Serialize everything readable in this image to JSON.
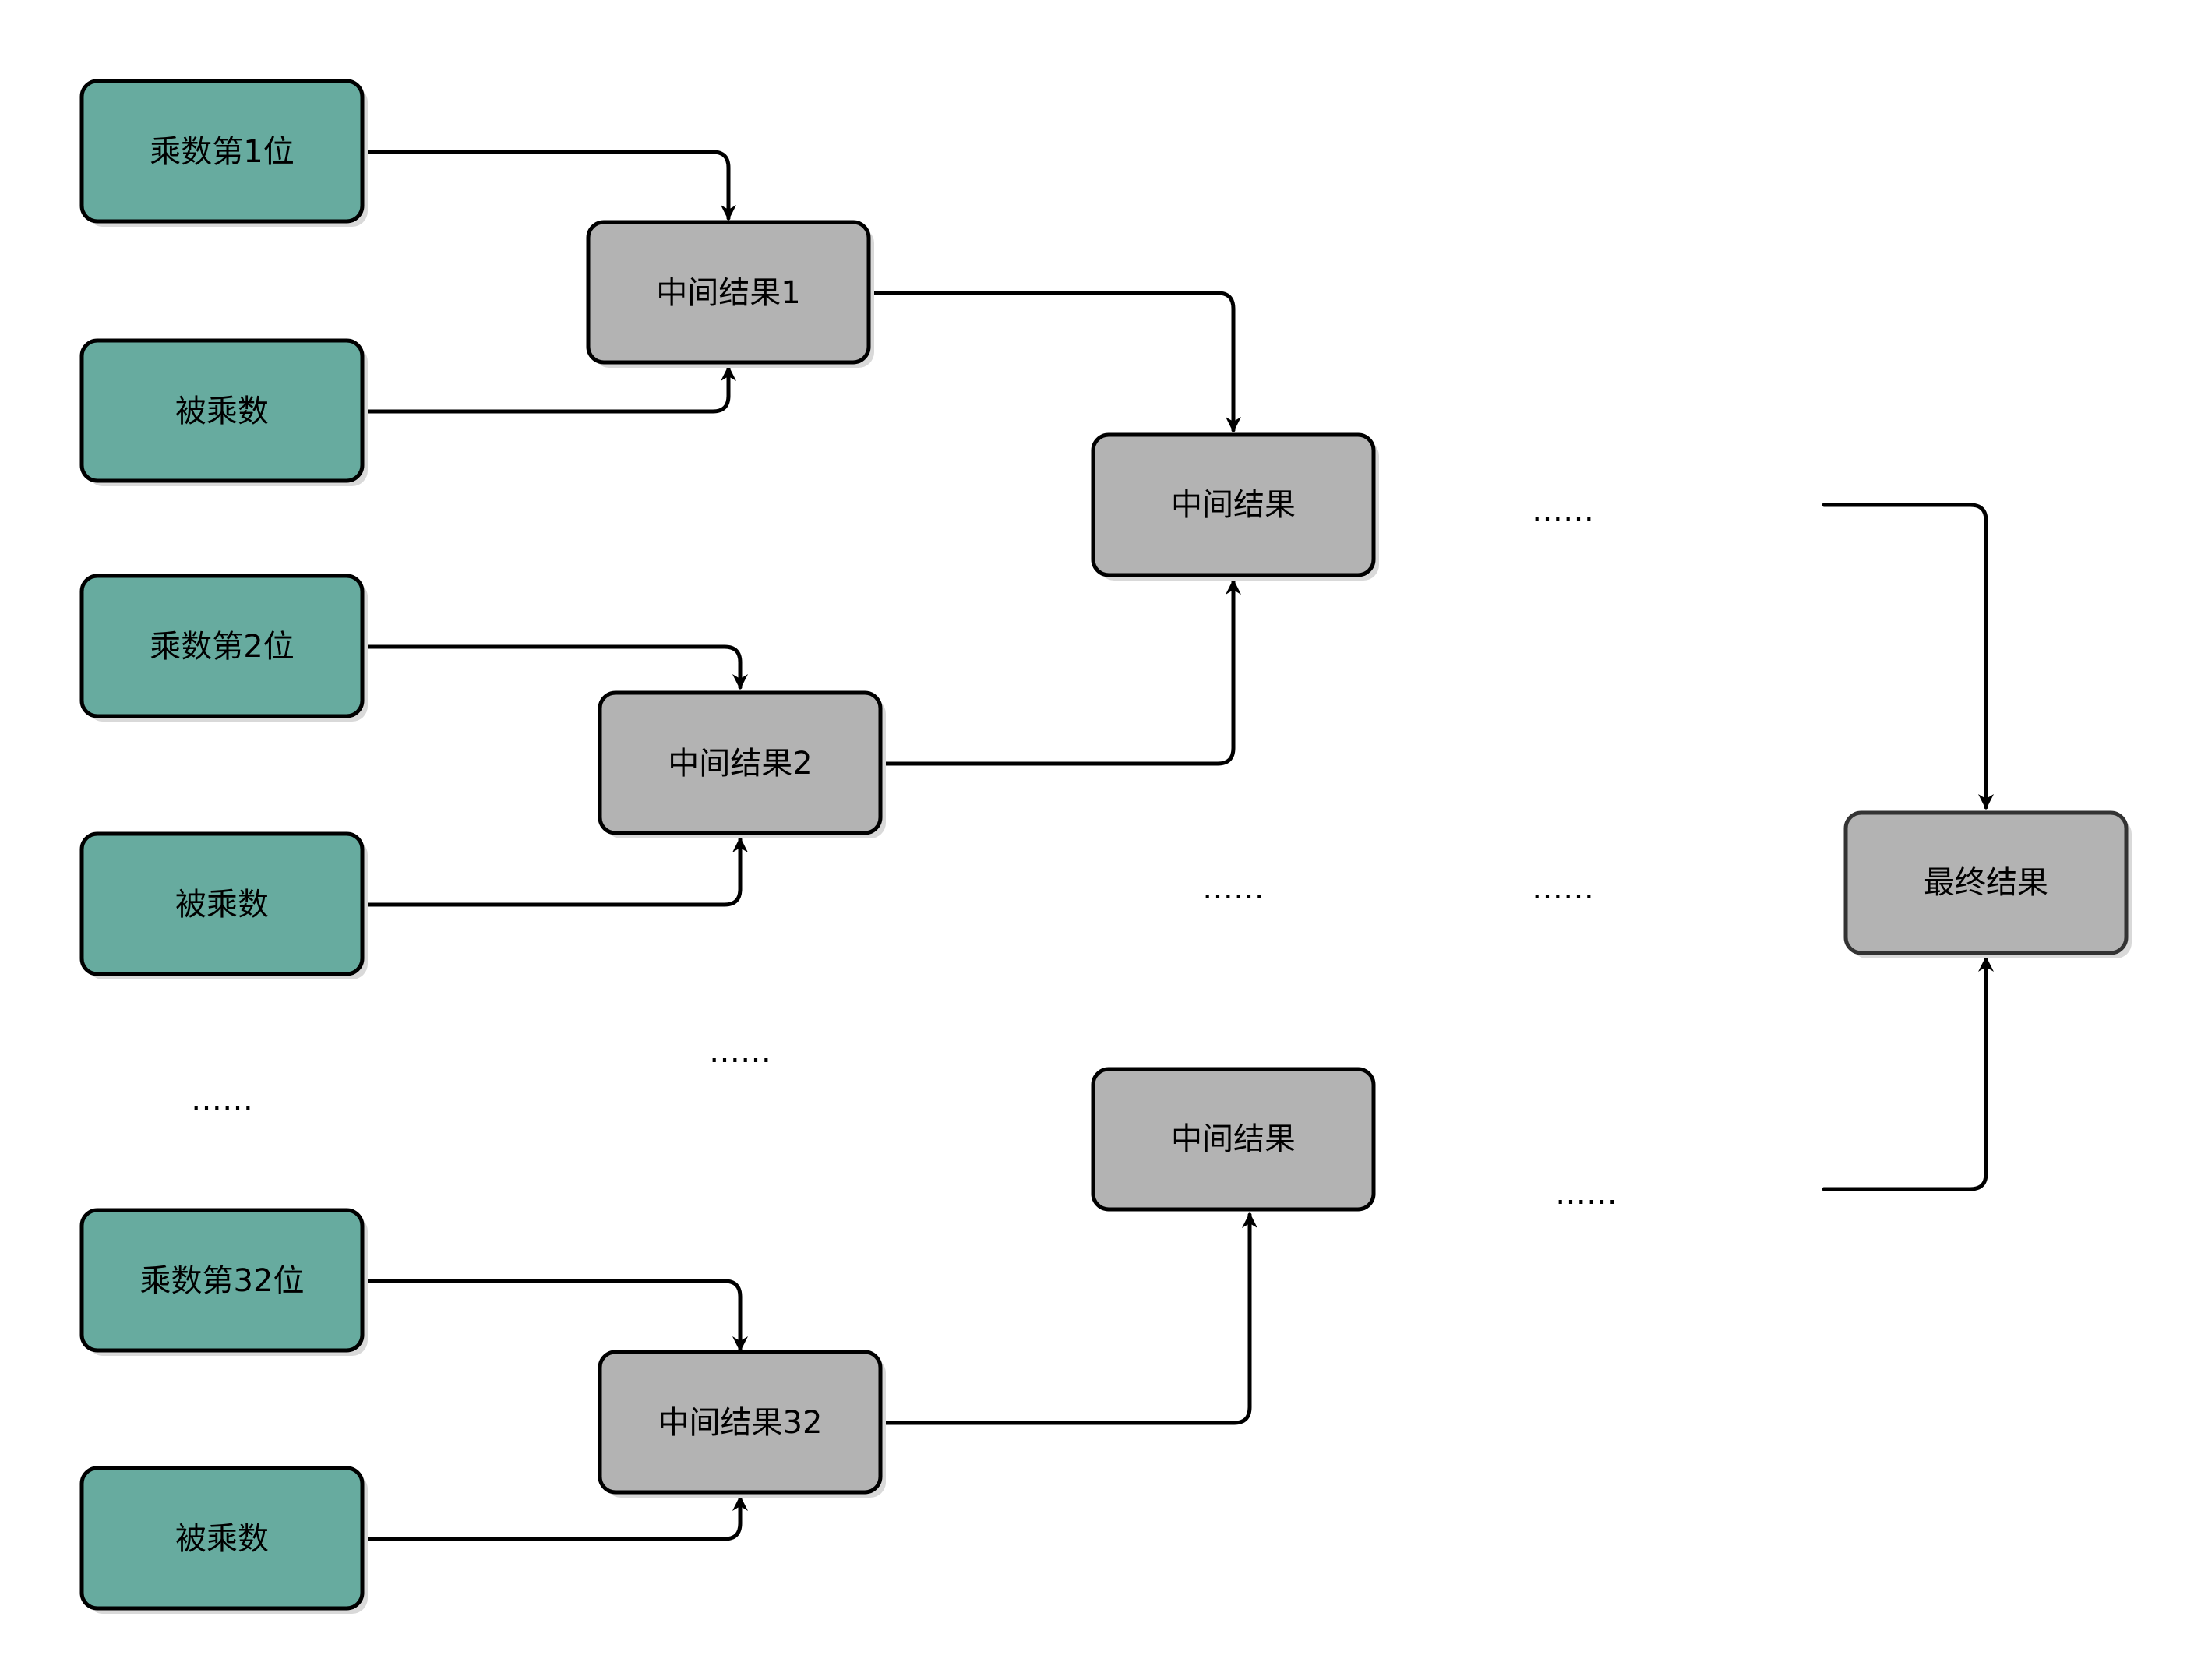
{
  "colors": {
    "input_fill": "#67ab9f",
    "intermediate_fill": "#b3b3b3",
    "final_fill": "#b3b3b3",
    "stroke": "#000000",
    "final_stroke": "#333333",
    "shadow": "#d9d9d9",
    "background": "#ffffff"
  },
  "inputs": {
    "multiplier_bit_1": "乘数第1位",
    "multiplicand_1": "被乘数",
    "multiplier_bit_2": "乘数第2位",
    "multiplicand_2": "被乘数",
    "multiplier_bit_32": "乘数第32位",
    "multiplicand_32": "被乘数"
  },
  "intermediates": {
    "result_1": "中间结果1",
    "result_2": "中间结果2",
    "result_32": "中间结果32",
    "level2_top": "中间结果",
    "level2_bottom": "中间结果"
  },
  "final": {
    "label": "最终结果"
  },
  "ellipses": {
    "inputs_gap": "……",
    "level1_gap": "……",
    "level2_gap": "……",
    "level3_top": "……",
    "level3_middle": "……",
    "level3_bottom": "……"
  }
}
